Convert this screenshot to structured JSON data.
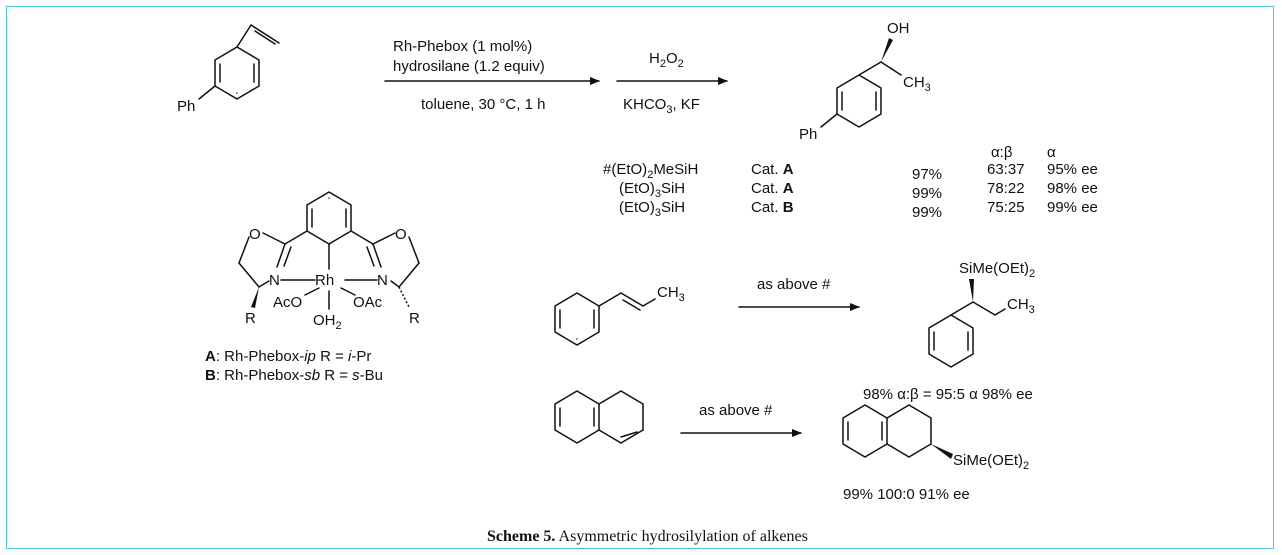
{
  "reaction1": {
    "cond1_top1": "Rh-Phebox  (1 mol%)",
    "cond1_top2": "hydrosilane (1.2 equiv)",
    "cond1_bottom": "toluene, 30 °C, 1 h",
    "cond2_top": "H",
    "cond2_top_sub": "2",
    "cond2_top_tail": "O",
    "cond2_top_sub2": "2",
    "cond2_bottom": "KHCO",
    "cond2_bottom_sub": "3",
    "cond2_bottom_tail": ", KF",
    "sm_ph": "Ph",
    "pr_ph": "Ph",
    "pr_oh": "OH",
    "pr_ch3": "CH",
    "pr_ch3_sub": "3"
  },
  "table": {
    "header_ab": "α:β",
    "header_a": "α",
    "rows": [
      {
        "silane_a": "#(EtO)",
        "silane_sub": "2",
        "silane_b": "MeSiH",
        "cat": "Cat. ",
        "cat_bold": "A",
        "yield": "97%",
        "ratio": "63:37",
        "ee": "95% ee"
      },
      {
        "silane_a": "(EtO)",
        "silane_sub": "3",
        "silane_b": "SiH",
        "cat": "Cat. ",
        "cat_bold": "A",
        "yield": "99%",
        "ratio": "78:22",
        "ee": "98% ee"
      },
      {
        "silane_a": "(EtO)",
        "silane_sub": "3",
        "silane_b": "SiH",
        "cat": "Cat. ",
        "cat_bold": "B",
        "yield": "99%",
        "ratio": "75:25",
        "ee": "99% ee"
      }
    ]
  },
  "catalyst": {
    "o_left": "O",
    "o_right": "O",
    "n_left": "N",
    "n_right": "N",
    "rh": "Rh",
    "aco": "AcO",
    "oac": "OAc",
    "oh2": "OH",
    "oh2_sub": "2",
    "r_left": "R",
    "r_right": "R",
    "labelA_bold": "A",
    "labelA_mid": ": Rh-Phebox-",
    "labelA_it": "ip",
    "labelA_r": "  R = ",
    "labelA_rit": "i",
    "labelA_tail": "-Pr",
    "labelB_bold": "B",
    "labelB_mid": ": Rh-Phebox-",
    "labelB_it": "sb",
    "labelB_r": "  R = ",
    "labelB_rit": "s",
    "labelB_tail": "-Bu"
  },
  "reaction2": {
    "sm_ch3": "CH",
    "sm_ch3_sub": "3",
    "arrow_label": "as above #",
    "pr_si": "SiMe(OEt)",
    "pr_si_sub": "2",
    "pr_ch3": "CH",
    "pr_ch3_sub": "3",
    "result": "98%  α:β = 95:5  α 98% ee"
  },
  "reaction3": {
    "arrow_label": "as above #",
    "pr_si": "SiMe(OEt)",
    "pr_si_sub": "2",
    "result": "99%  100:0  91% ee"
  },
  "caption": {
    "label": "Scheme 5.",
    "text": "  Asymmetric hydrosilylation of alkenes"
  }
}
